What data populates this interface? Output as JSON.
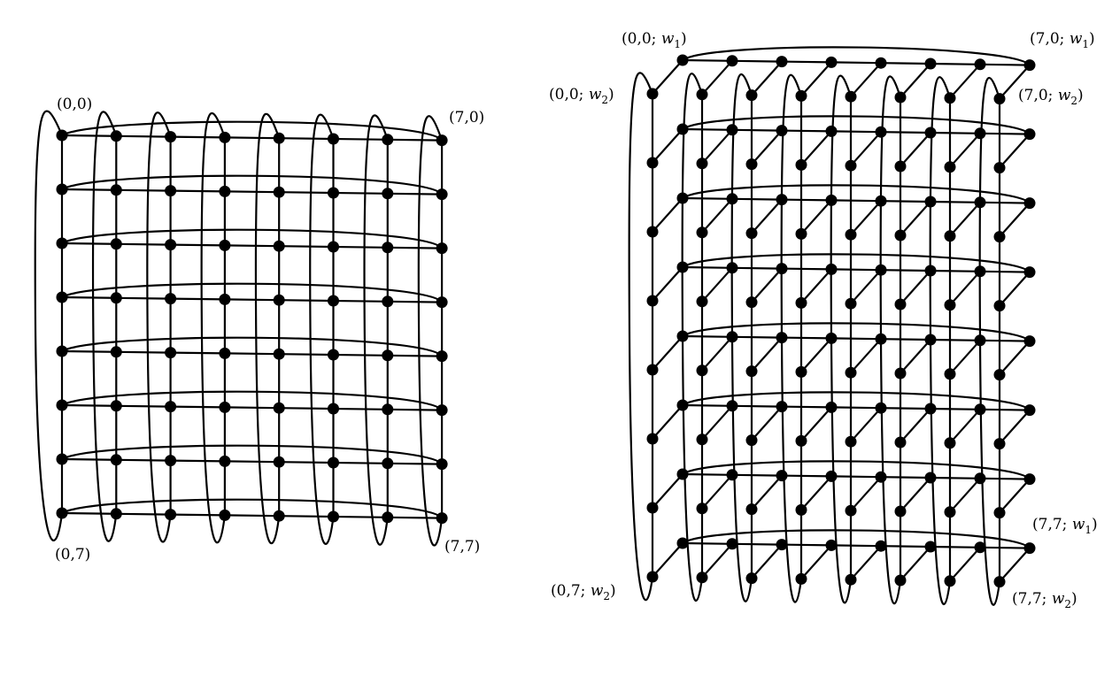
{
  "diagrams": [
    {
      "id": "torus-8x8",
      "description_free": true,
      "rows": 8,
      "cols": 8,
      "labels": {
        "top_left": "(0,0)",
        "top_right": "(7,0)",
        "bottom_left": "(0,7)",
        "bottom_right": "(7,7)"
      }
    },
    {
      "id": "torus-8x8x2",
      "rows": 8,
      "cols": 8,
      "layers": 2,
      "labels": {
        "top_left_w1": {
          "prefix": "(0,0; ",
          "var": "w",
          "sub": "1",
          "suffix": ")"
        },
        "top_right_w1": {
          "prefix": "(7,0; ",
          "var": "w",
          "sub": "1",
          "suffix": ")"
        },
        "top_left_w2": {
          "prefix": "(0,0; ",
          "var": "w",
          "sub": "2",
          "suffix": ")"
        },
        "top_right_w2": {
          "prefix": "(7,0; ",
          "var": "w",
          "sub": "2",
          "suffix": ")"
        },
        "bottom_right_w1": {
          "prefix": "(7,7; ",
          "var": "w",
          "sub": "1",
          "suffix": ")"
        },
        "bottom_left_w2": {
          "prefix": "(0,7; ",
          "var": "w",
          "sub": "2",
          "suffix": ")"
        },
        "bottom_right_w2": {
          "prefix": "(7,7; ",
          "var": "w",
          "sub": "2",
          "suffix": ")"
        }
      }
    }
  ],
  "colors": {
    "stroke": "#000000",
    "node": "#000000",
    "background": "#ffffff"
  }
}
